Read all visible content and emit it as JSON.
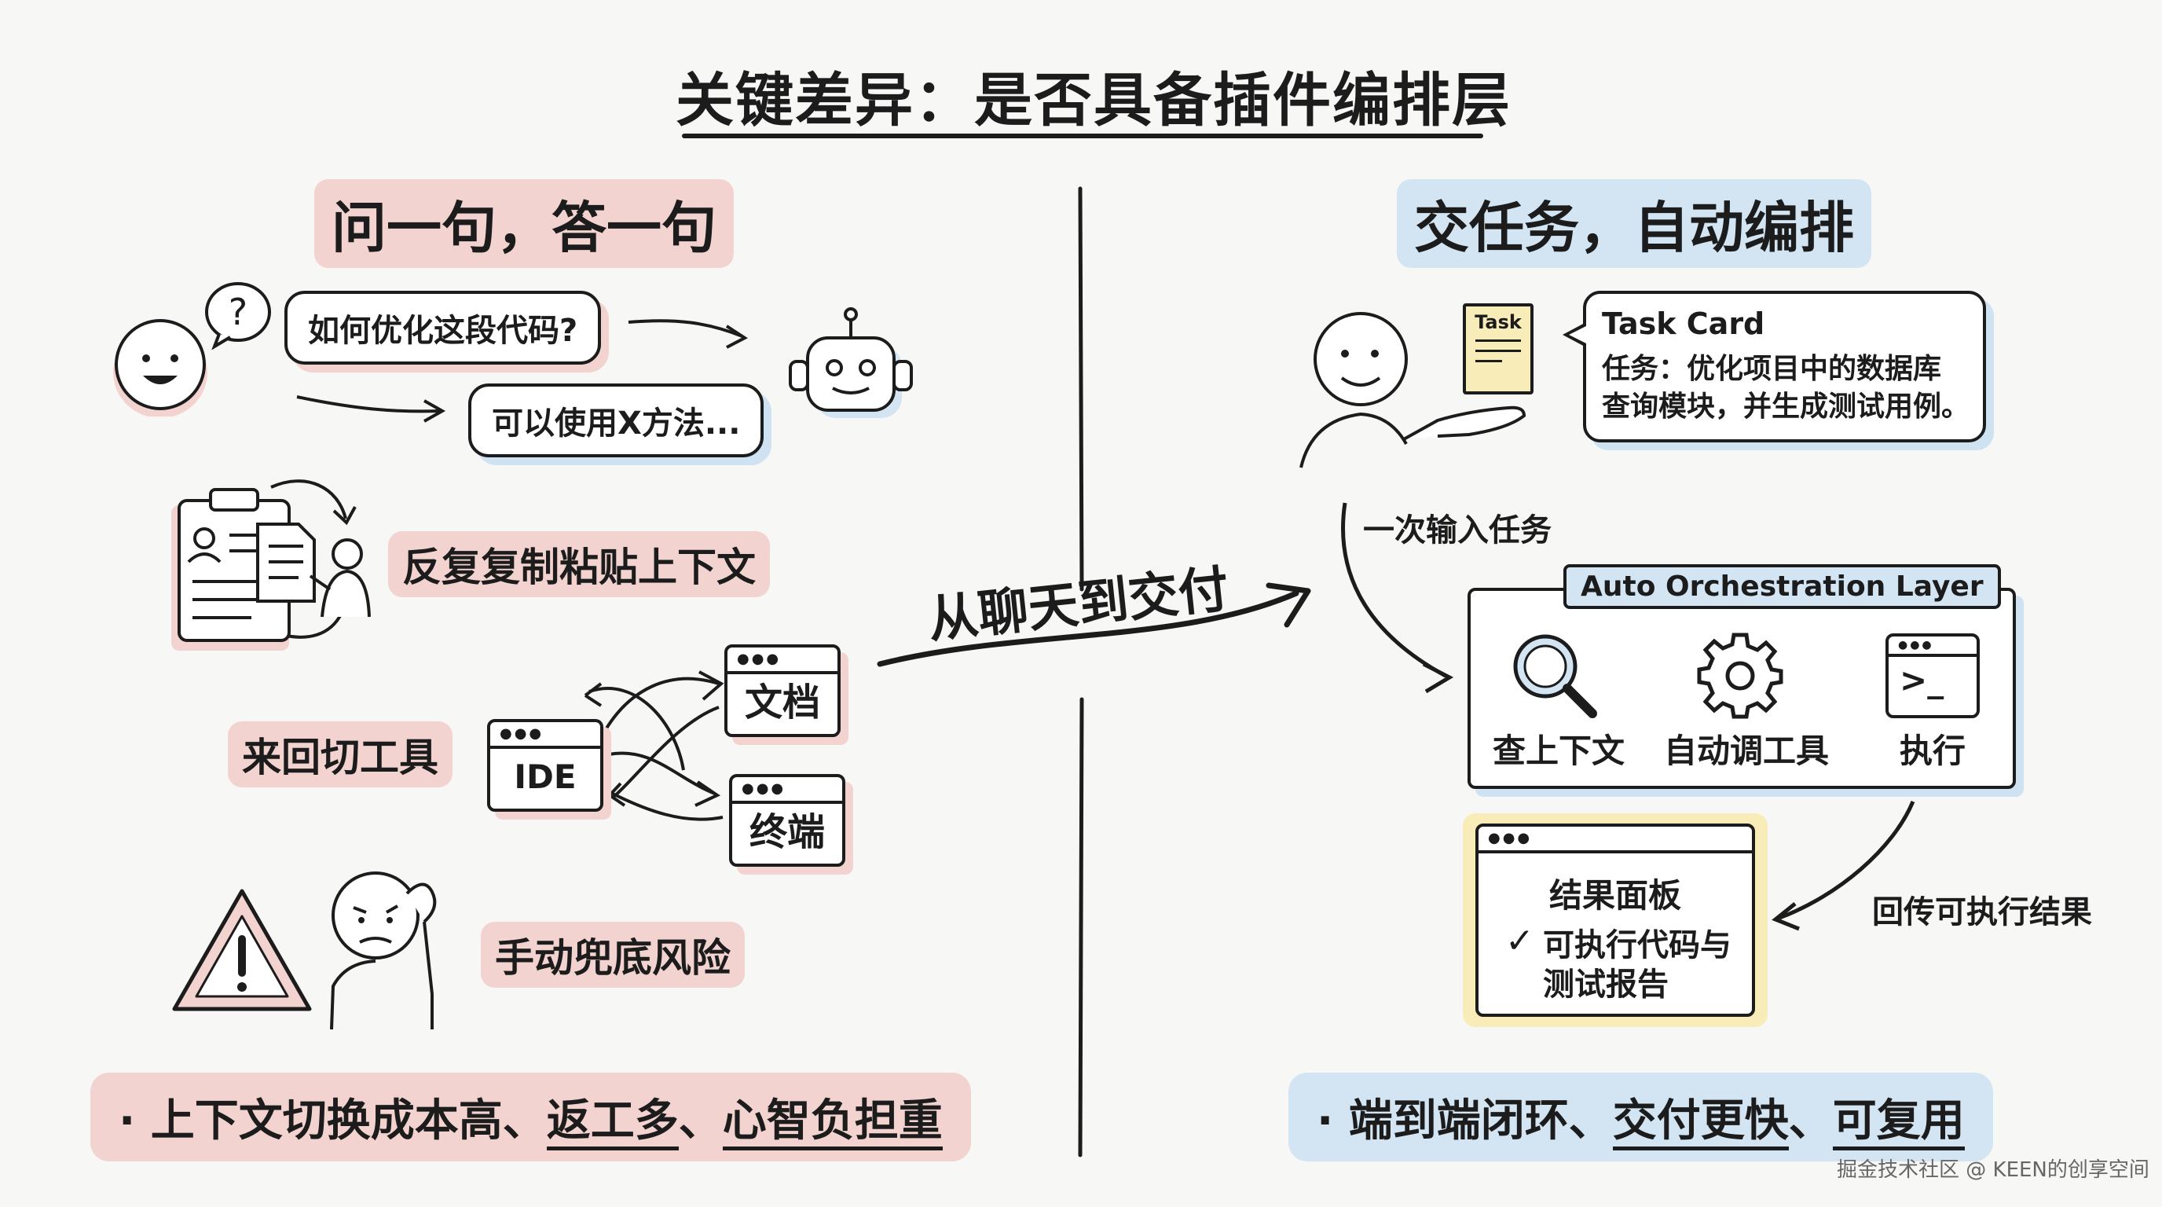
{
  "title": "关键差异：是否具备插件编排层",
  "left": {
    "heading": "问一句，答一句",
    "question_bubble": "如何优化这段代码?",
    "answer_bubble": "可以使用X方法...",
    "pain_points": [
      "反复复制粘贴上下文",
      "来回切工具",
      "手动兜底风险"
    ],
    "tools": {
      "ide": "IDE",
      "docs": "文档",
      "terminal": "终端"
    },
    "summary_prefix": "·",
    "summary_main": "上下文切换成本高、",
    "summary_u1": "返工多",
    "summary_sep": "、",
    "summary_u2": "心智负担重"
  },
  "center": {
    "arrow_label": "从聊天到交付"
  },
  "right": {
    "heading": "交任务，自动编排",
    "task_doc_label": "Task",
    "task_card_title": "Task Card",
    "task_card_line1": "任务：优化项目中的数据库",
    "task_card_line2": "查询模块，并生成测试用例。",
    "input_label": "一次输入任务",
    "layer_title": "Auto Orchestration Layer",
    "steps": [
      "查上下文",
      "自动调工具",
      "执行"
    ],
    "result_title": "结果面板",
    "result_line1": "可执行代码与",
    "result_line2": "测试报告",
    "return_label": "回传可执行结果",
    "summary_prefix": "·",
    "summary_main": "端到端闭环、",
    "summary_u1": "交付更快",
    "summary_sep": "、",
    "summary_u2": "可复用"
  },
  "watermark": "掘金技术社区 @ KEEN的创享空间",
  "colors": {
    "red": "#f3d3d0",
    "blue": "#d3e5f3",
    "yellow": "#f8ecb8",
    "ink": "#1c1c1c"
  }
}
